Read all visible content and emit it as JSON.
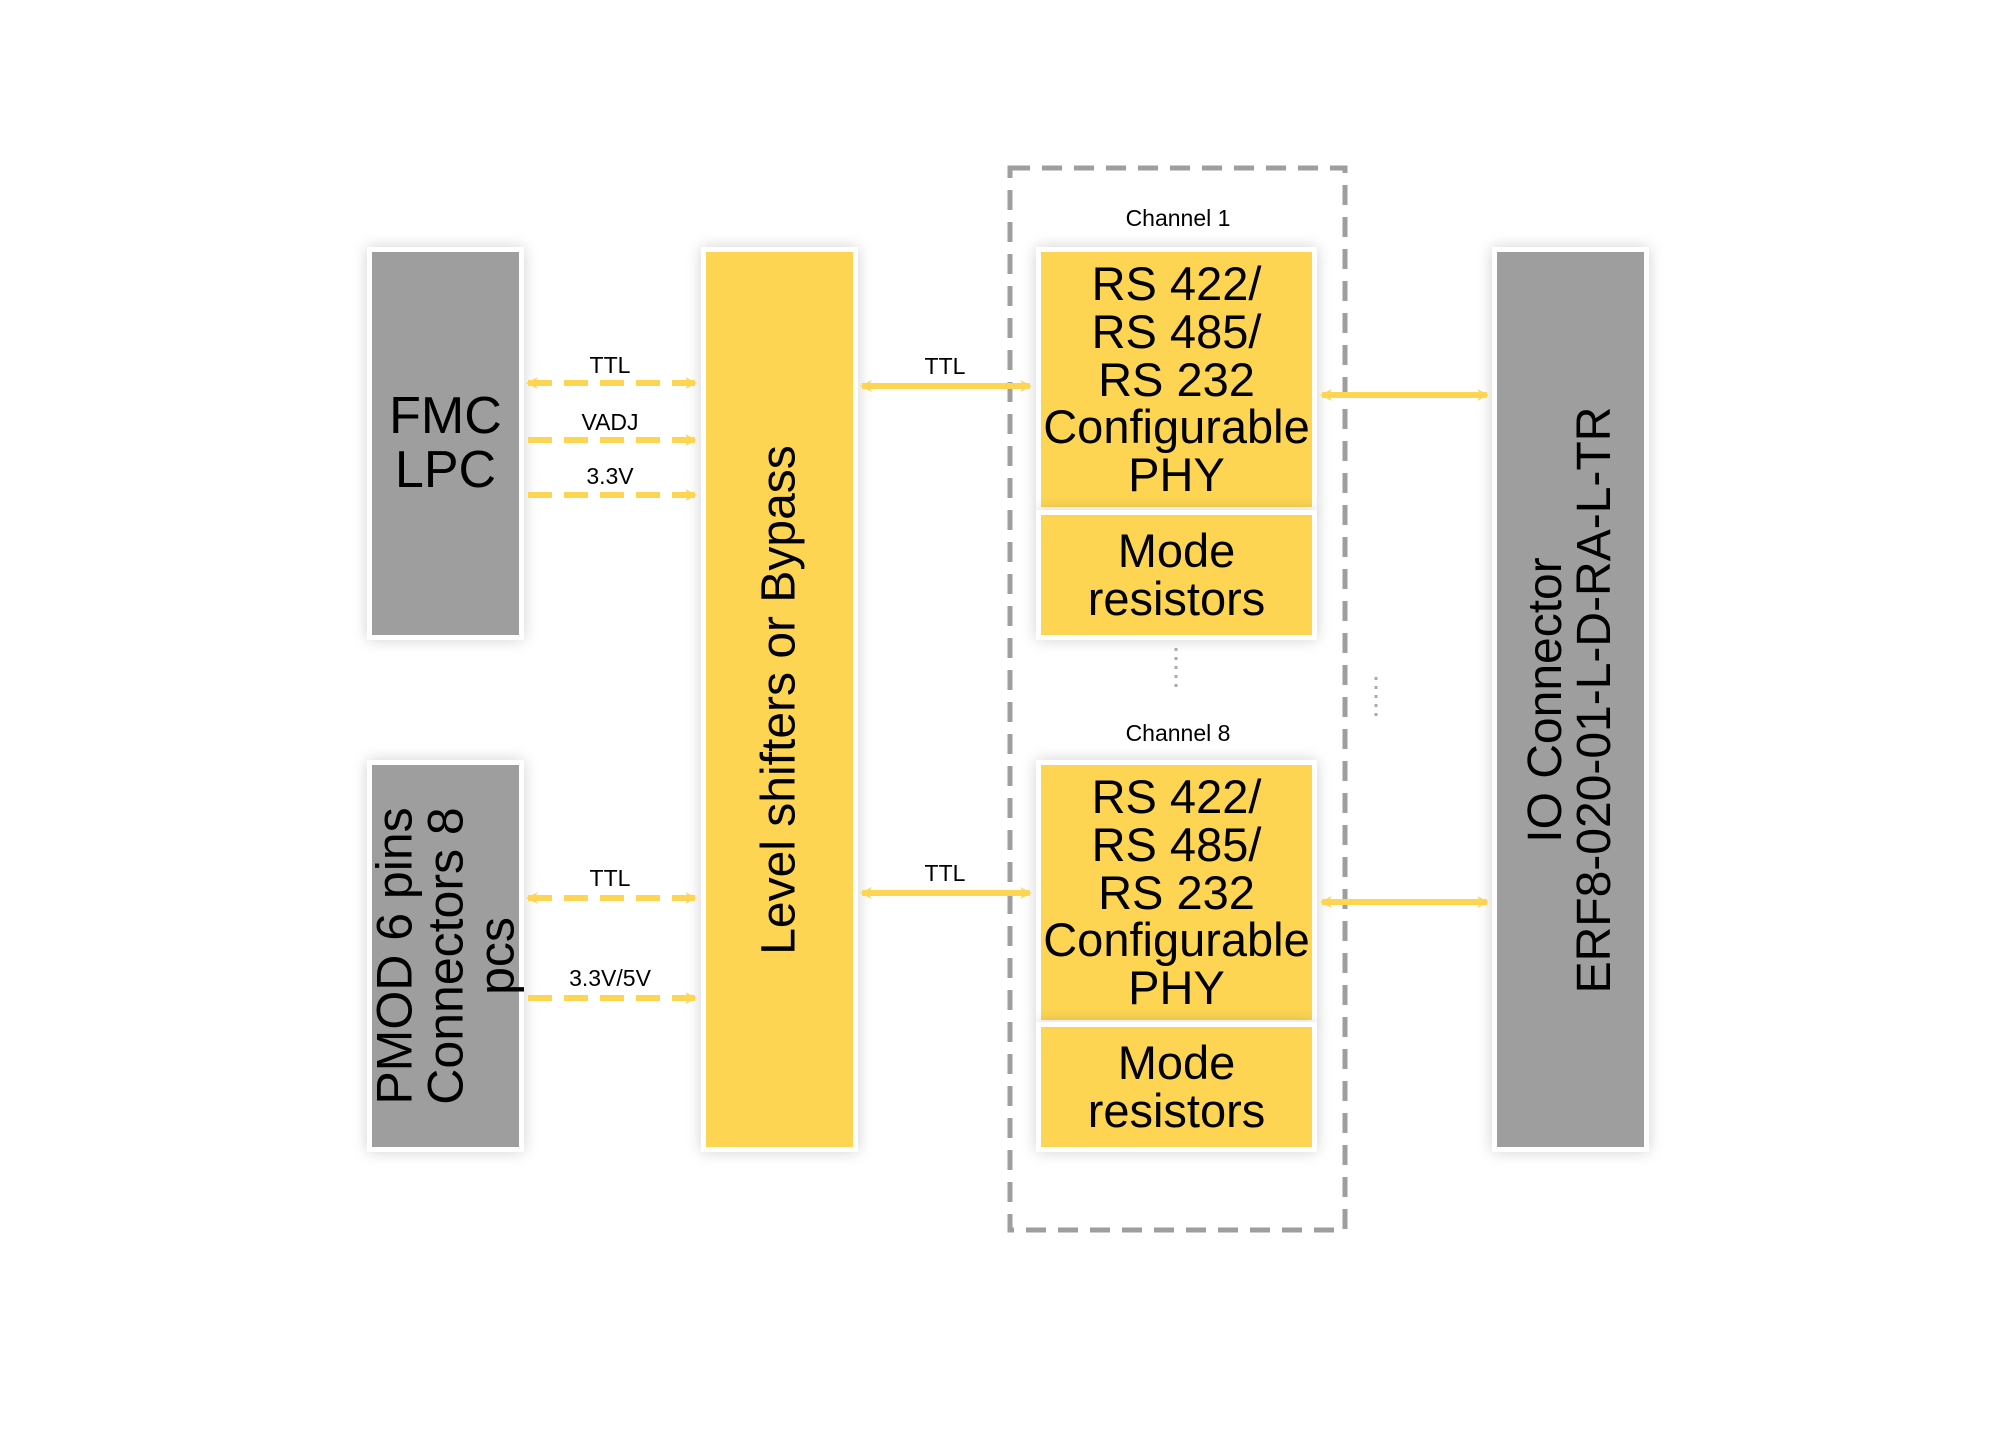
{
  "colors": {
    "block_gray": "#9e9e9e",
    "block_yellow": "#fdd553",
    "arrow": "#fdd553",
    "dashed_border": "#9e9e9e",
    "dots": "#aaaaaa"
  },
  "blocks": {
    "fmc": "FMC\nLPC",
    "pmod": "PMOD 6 pins\nConnectors 8 pcs",
    "level_shifters": "Level shifters or Bypass",
    "io_connector": "IO Connector\nERF8-020-01-L-D-RA-L-TR"
  },
  "channels": [
    {
      "label": "Channel 1",
      "phy": "RS 422/\nRS 485/\nRS 232\nConfigurable\nPHY",
      "mode": "Mode\nresistors"
    },
    {
      "label": "Channel 8",
      "phy": "RS 422/\nRS 485/\nRS 232\nConfigurable\nPHY",
      "mode": "Mode\nresistors"
    }
  ],
  "signals": {
    "fmc_ttl": "TTL",
    "fmc_vadj": "VADJ",
    "fmc_3v3": "3.3V",
    "pmod_ttl": "TTL",
    "pmod_power": "3.3V/5V",
    "ch1_ttl": "TTL",
    "ch8_ttl": "TTL"
  }
}
